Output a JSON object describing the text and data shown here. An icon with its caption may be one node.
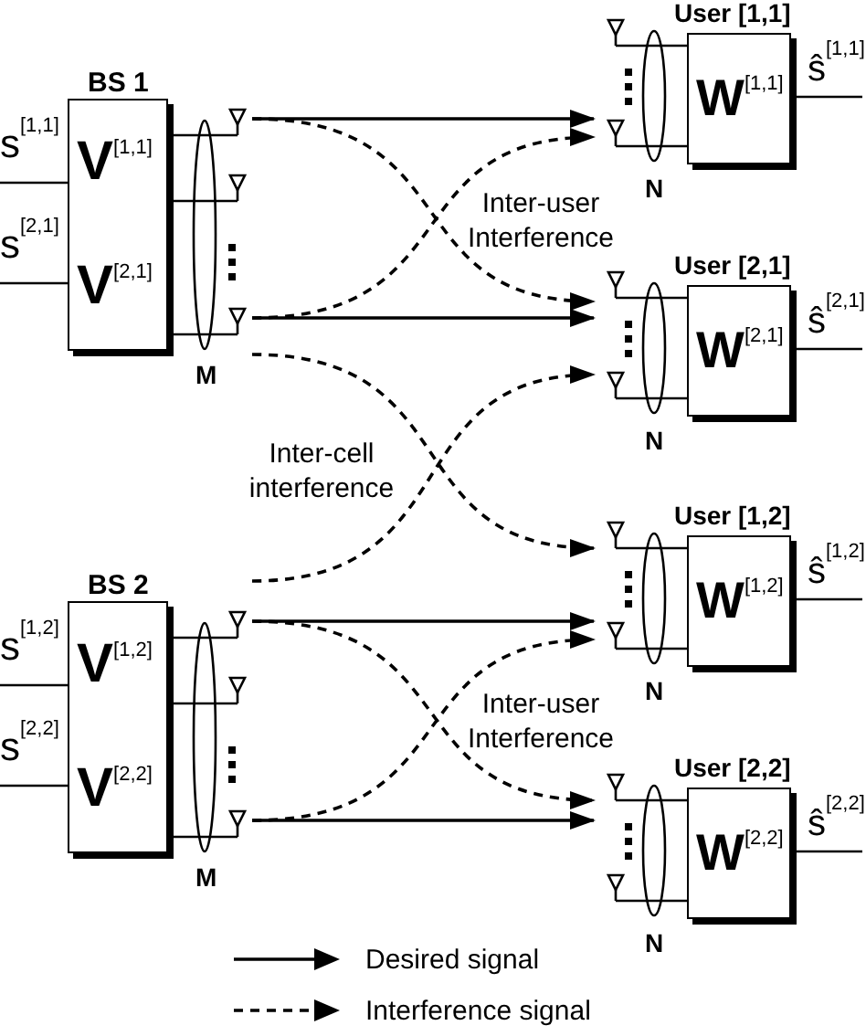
{
  "diagram": {
    "nodes": [
      {
        "text": [
          "BS 1",
          "V$^{[1,1]}$",
          "V$^{[2,1]}$"
        ],
        "beside": [
          "s$^{[1,1]}$",
          "s$^{[2,1]}$",
          "M"
        ]
      },
      {
        "text": [
          "BS 2",
          "V$^{[1,2]}$",
          "V$^{[2,2]}$"
        ],
        "beside": [
          "s$^{[1,2]}$",
          "s$^{[2,2]}$",
          "M"
        ]
      },
      {
        "text": [
          "User [1,1]",
          "W$^{[1,1]}$"
        ],
        "beside": [
          "ŝ$^{[1,1]}$",
          "N"
        ]
      },
      {
        "text": [
          "User [2,1]",
          "W$^{[2,1]}$"
        ],
        "beside": [
          "ŝ$^{[2,1]}$",
          "N"
        ]
      },
      {
        "text": [
          "User [1,2]",
          "W$^{[1,2]}$"
        ],
        "beside": [
          "ŝ$^{[1,2]}$",
          "N"
        ]
      },
      {
        "text": [
          "User [2,2]",
          "W$^{[2,2]}$"
        ],
        "beside": [
          "ŝ$^{[2,2]}$",
          "N"
        ]
      }
    ],
    "edges": [
      {
        "from": 0,
        "to": 2,
        "arrow": "to"
      },
      {
        "from": 0,
        "to": 3,
        "arrow": "to",
        "style": "dashed"
      },
      {
        "from": 0,
        "to": 2,
        "arrow": "to",
        "style": "dashed"
      },
      {
        "from": 0,
        "to": 3,
        "arrow": "to"
      },
      {
        "from": 0,
        "to": 4,
        "arrow": "to",
        "style": "dashed"
      },
      {
        "from": 1,
        "to": 3,
        "arrow": "to",
        "style": "dashed"
      },
      {
        "from": 1,
        "to": 4,
        "arrow": "to"
      },
      {
        "from": 1,
        "to": 5,
        "arrow": "to",
        "style": "dashed"
      },
      {
        "from": 1,
        "to": 4,
        "arrow": "to",
        "style": "dashed"
      },
      {
        "from": 1,
        "to": 5,
        "arrow": "to"
      }
    ],
    "labels": [
      "Inter-user Interference",
      "Inter-cell interference",
      "Inter-user Interference"
    ],
    "legend": [
      {
        "text": "Desired signal"
      },
      {
        "text": "Interference signal"
      }
    ]
  }
}
